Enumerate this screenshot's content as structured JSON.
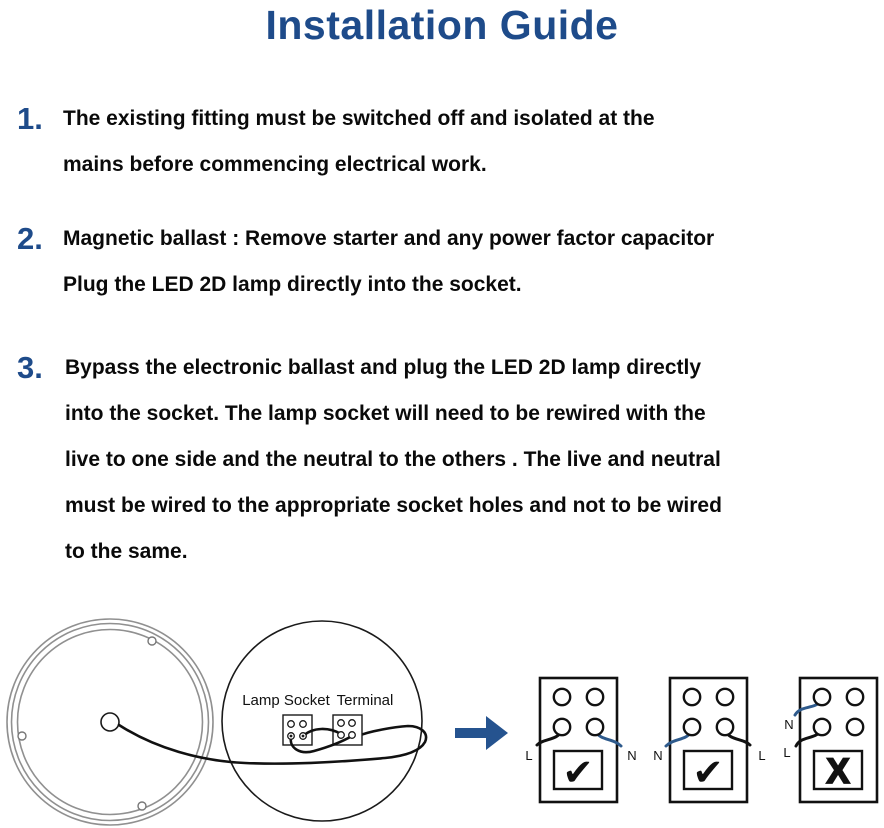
{
  "page": {
    "title": "Installation Guide"
  },
  "steps": [
    {
      "number": "1.",
      "lines": [
        "The existing fitting must be switched off and isolated at the",
        "mains before commencing electrical work."
      ]
    },
    {
      "number": "2.",
      "lines": [
        "Magnetic ballast : Remove starter and any power factor capacitor",
        "Plug the LED 2D lamp directly into the socket."
      ]
    },
    {
      "number": "3.",
      "lines": [
        "Bypass the electronic ballast and plug the LED 2D lamp directly",
        "into the socket. The lamp socket will need to be rewired with the",
        "live to one side and the neutral to the others . The live and neutral",
        "must be wired to the appropriate socket holes and not to be wired",
        "to the same."
      ]
    }
  ],
  "diagram": {
    "magnifier_labels": {
      "lamp_socket": "Lamp Socket",
      "terminal": "Terminal"
    },
    "sockets": [
      {
        "labels": {
          "left": "L",
          "right": "N"
        },
        "mark": "✔"
      },
      {
        "labels": {
          "left": "N",
          "right": "L"
        },
        "mark": "✔"
      },
      {
        "labels": {
          "top": "N",
          "bottom": "L"
        },
        "mark": "X"
      }
    ]
  },
  "colors": {
    "title_blue": "#1e4b8a",
    "arrow_blue": "#25538f",
    "wire_blue": "#2e5a8c",
    "ink_black": "#0a0a0a",
    "fixture_gray": "#909090"
  }
}
